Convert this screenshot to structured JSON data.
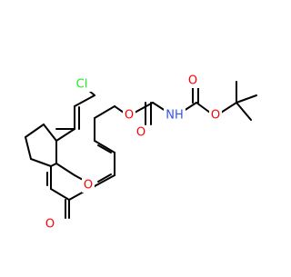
{
  "colors": {
    "bond": "#000000",
    "O": "#ff0000",
    "N": "#3050f8",
    "Cl": "#1ff01f",
    "background": "#ffffff"
  },
  "atoms": [
    {
      "id": "cl",
      "element": "Cl",
      "label": "Cl"
    },
    {
      "id": "o_ester",
      "element": "O",
      "label": "O"
    },
    {
      "id": "o_carbonyl_ester",
      "element": "O",
      "label": "O"
    },
    {
      "id": "nh",
      "element": "N",
      "label": "NH"
    },
    {
      "id": "o_carbonyl_boc",
      "element": "O",
      "label": "O"
    },
    {
      "id": "o_boc",
      "element": "O",
      "label": "O"
    },
    {
      "id": "o_ring",
      "element": "O",
      "label": "O"
    },
    {
      "id": "o_lactone",
      "element": "O",
      "label": "O"
    }
  ]
}
